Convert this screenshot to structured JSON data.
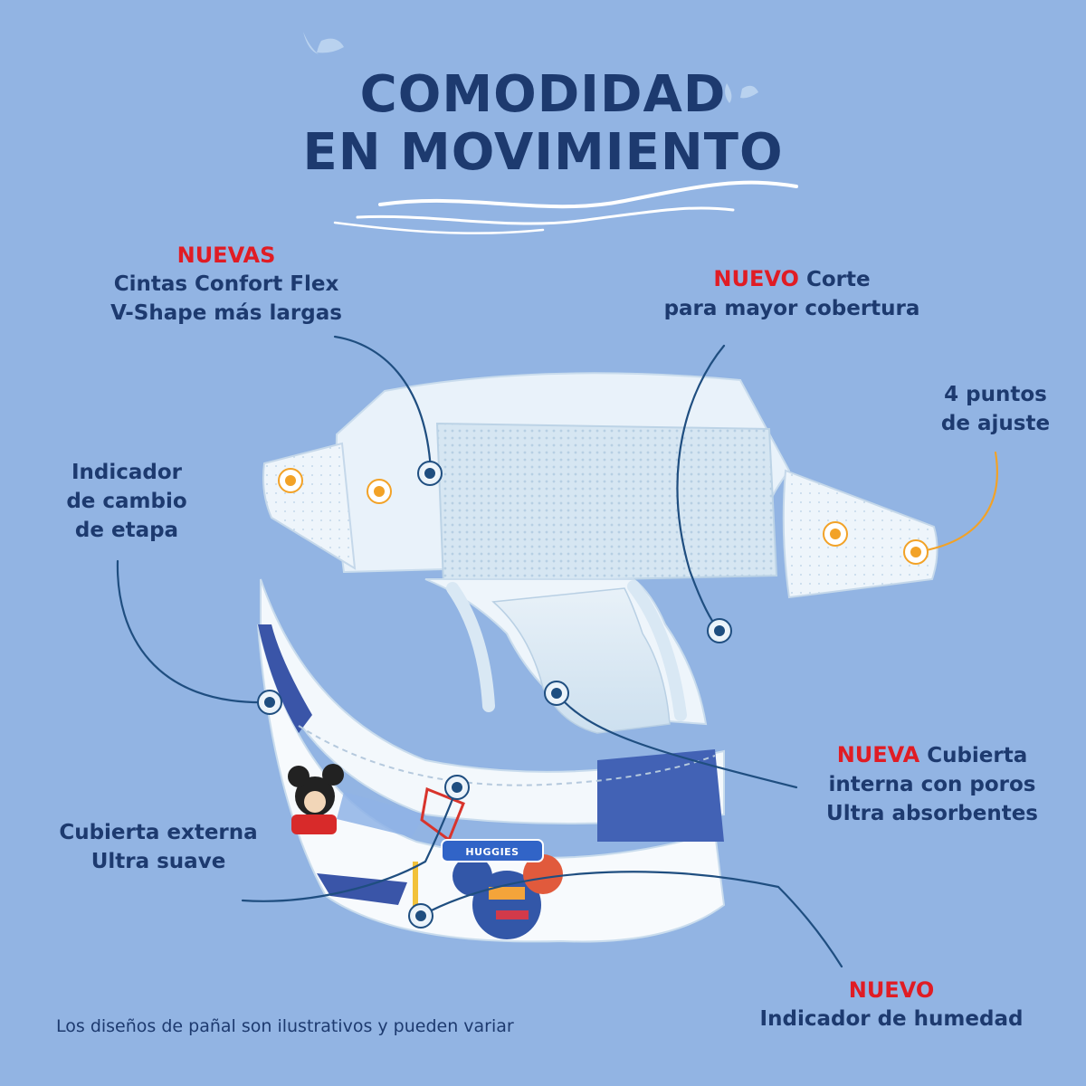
{
  "title": {
    "line1": "COMODIDAD",
    "line2": "EN MOVIMIENTO"
  },
  "callouts": {
    "cintas": {
      "highlight": "NUEVAS",
      "line1": "Cintas Confort Flex",
      "line2": "V-Shape más largas"
    },
    "corte": {
      "highlight": "NUEVO",
      "line1_rest": " Corte",
      "line2": "para mayor cobertura"
    },
    "puntos": {
      "line1": "4 puntos",
      "line2": "de ajuste"
    },
    "indicador_etapa": {
      "line1": "Indicador",
      "line2": "de cambio",
      "line3": "de etapa"
    },
    "cubierta_interna": {
      "highlight": "NUEVA",
      "line1_rest": " Cubierta",
      "line2": "interna con poros",
      "line3": "Ultra absorbentes"
    },
    "cubierta_externa": {
      "line1": "Cubierta externa",
      "line2": "Ultra suave"
    },
    "humedad": {
      "highlight": "NUEVO",
      "line2": "Indicador de humedad"
    }
  },
  "diaper": {
    "brand": "HUGGIES"
  },
  "disclaimer": "Los diseños de pañal son ilustrativos y pueden variar",
  "colors": {
    "background": "#92b4e3",
    "title_navy": "#1d3a6f",
    "highlight_red": "#e01c24",
    "leader_navy": "#1f4e80",
    "leader_orange": "#f2a227"
  }
}
